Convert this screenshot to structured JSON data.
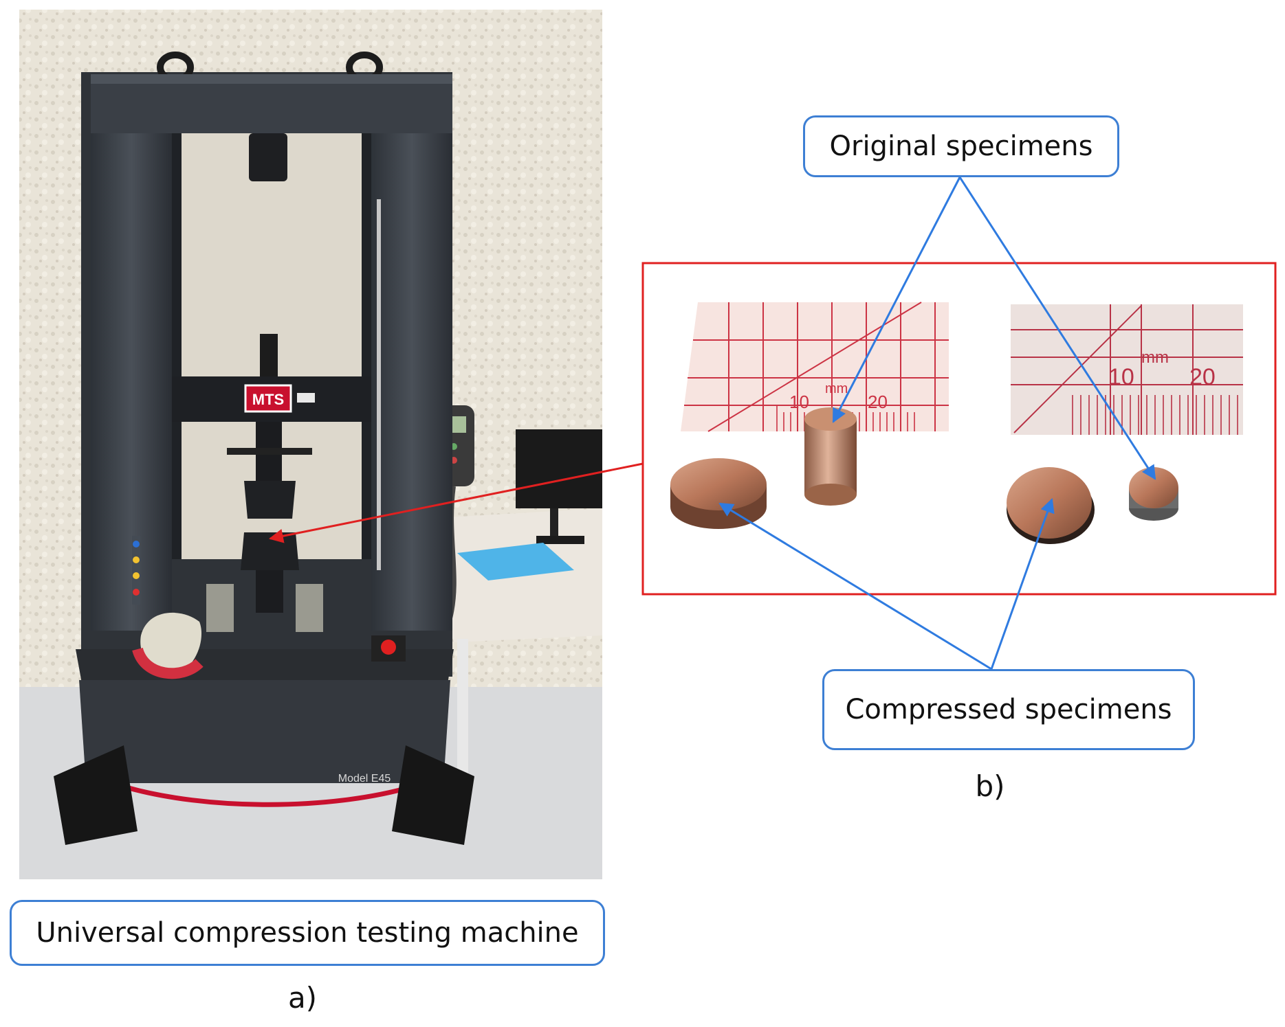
{
  "colors": {
    "callout_border": "#3d7fd4",
    "arrow_blue": "#2f7be0",
    "highlight_red": "#e02020",
    "machine_body": "#3b4048",
    "copper": "#b9775a",
    "ruler_red": "#cc3344"
  },
  "panel_a": {
    "caption": "Universal compression testing machine",
    "letter": "a)",
    "brand_plate": "MTS",
    "model_badge": "Model E45"
  },
  "panel_b": {
    "letter": "b)",
    "original_label": "Original specimens",
    "compressed_label": "Compressed specimens",
    "ruler_left": {
      "unit": "mm",
      "ticks": [
        "10",
        "20"
      ]
    },
    "ruler_right": {
      "unit": "mm",
      "ticks": [
        "10",
        "20"
      ]
    }
  }
}
